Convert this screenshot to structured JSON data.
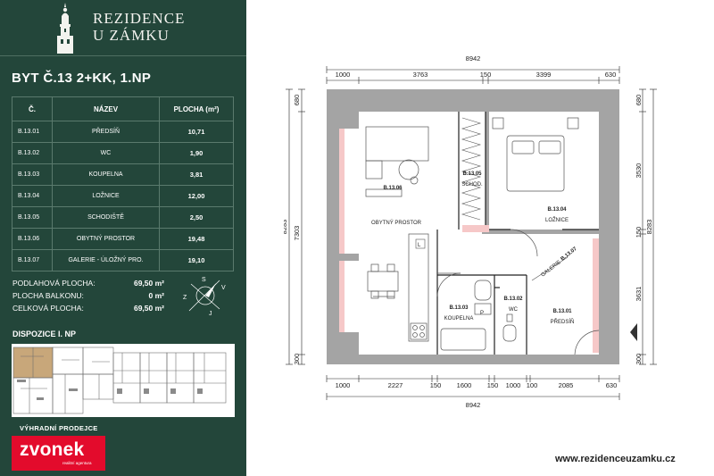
{
  "brand": {
    "line1": "REZIDENCE",
    "line2": "U ZÁMKU"
  },
  "apartment_title": "BYT Č.13 2+KK, 1.NP",
  "table": {
    "headers": [
      "Č.",
      "NÁZEV",
      "PLOCHA (m²)"
    ],
    "rows": [
      [
        "B.13.01",
        "PŘEDSÍŇ",
        "10,71"
      ],
      [
        "B.13.02",
        "WC",
        "1,90"
      ],
      [
        "B.13.03",
        "KOUPELNA",
        "3,81"
      ],
      [
        "B.13.04",
        "LOŽNICE",
        "12,00"
      ],
      [
        "B.13.05",
        "SCHODIŠTĚ",
        "2,50"
      ],
      [
        "B.13.06",
        "OBYTNÝ PROSTOR",
        "19,48"
      ],
      [
        "B.13.07",
        "GALERIE - ÚLOŽNÝ PRO.",
        "19,10"
      ]
    ]
  },
  "summary": [
    {
      "label": "PODLAHOVÁ PLOCHA:",
      "value": "69,50 m²"
    },
    {
      "label": "PLOCHA BALKONU:",
      "value": "0 m²"
    },
    {
      "label": "CELKOVÁ PLOCHA:",
      "value": "69,50 m²"
    }
  ],
  "compass": {
    "s": "S",
    "v": "V",
    "z": "Z",
    "j": "J"
  },
  "disposition_title": "DISPOZICE I. NP",
  "exclusive_label": "VÝHRADNÍ PRODEJCE",
  "agency": {
    "name": "zvonek",
    "tagline": "realitní agentura"
  },
  "website": "www.rezidenceuzamku.cz",
  "plan": {
    "top_total": "8942",
    "top_dims": [
      "1000",
      "3763",
      "150",
      "3399",
      "630"
    ],
    "bottom_dims": [
      "1000",
      "2227",
      "150",
      "1600",
      "150",
      "1000",
      "100",
      "2085",
      "630"
    ],
    "bottom_total": "8942",
    "left_outer": "8283",
    "left_inner": [
      "680",
      "7303",
      "300"
    ],
    "right_dims": [
      "680",
      "3530",
      "150",
      "3631",
      "300"
    ],
    "right_outer": "8283",
    "rooms": {
      "r06": {
        "code": "B.13.06",
        "name": "OBYTNÝ PROSTOR"
      },
      "r05": {
        "code": "B.13.05",
        "name": "SCHOD."
      },
      "r04": {
        "code": "B.13.04",
        "name": "LOŽNICE"
      },
      "r07": {
        "code": "B.13.07",
        "name": "GALERIE"
      },
      "r03": {
        "code": "B.13.03",
        "name": "KOUPELNA"
      },
      "r02": {
        "code": "B.13.02",
        "name": "WC"
      },
      "r01": {
        "code": "B.13.01",
        "name": "PŘEDSÍŇ"
      }
    },
    "marks": {
      "l": "L",
      "p": "P"
    }
  },
  "colors": {
    "panel": "#23463a",
    "accent": "#e30b2c",
    "wall": "#a4a4a4",
    "highlight": "#c8a77a"
  }
}
